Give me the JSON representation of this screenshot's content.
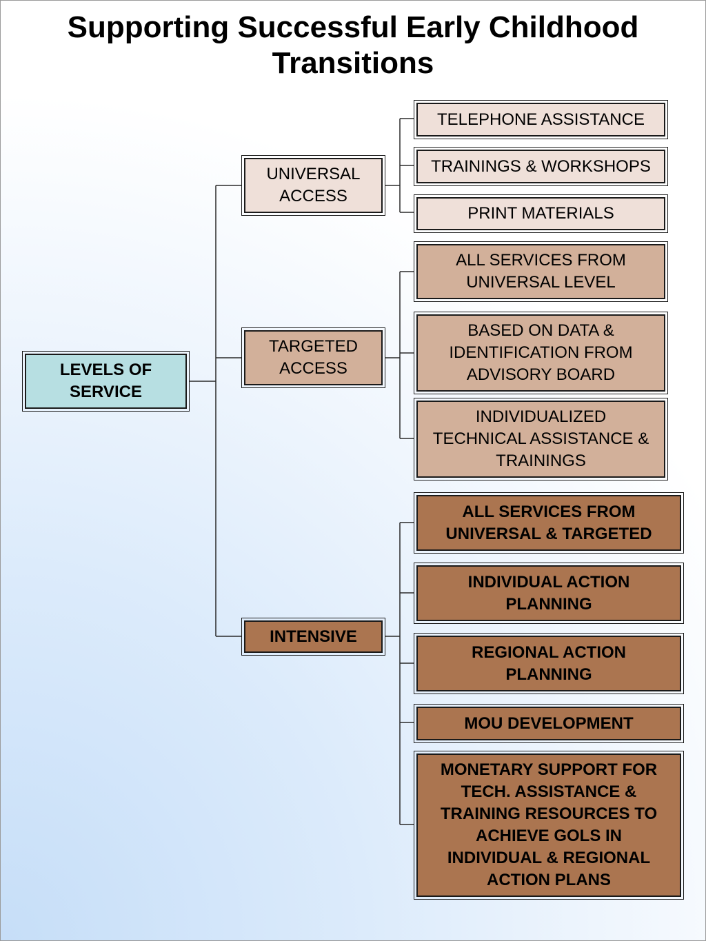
{
  "title": {
    "line1": "Supporting Successful Early Childhood",
    "line2": "Transitions"
  },
  "root": {
    "line1": "LEVELS OF",
    "line2": "SERVICE"
  },
  "universal": {
    "line1": "UNIVERSAL",
    "line2": "ACCESS",
    "items": [
      {
        "lines": [
          "TELEPHONE ASSISTANCE"
        ]
      },
      {
        "lines": [
          "TRAININGS & WORKSHOPS"
        ]
      },
      {
        "lines": [
          "PRINT MATERIALS"
        ]
      }
    ]
  },
  "targeted": {
    "line1": "TARGETED",
    "line2": "ACCESS",
    "items": [
      {
        "lines": [
          "ALL SERVICES FROM",
          "UNIVERSAL LEVEL"
        ]
      },
      {
        "lines": [
          "BASED ON DATA &",
          "IDENTIFICATION FROM",
          "ADVISORY BOARD"
        ]
      },
      {
        "lines": [
          "INDIVIDUALIZED",
          "TECHNICAL ASSISTANCE &",
          "TRAININGS"
        ]
      }
    ]
  },
  "intensive": {
    "label": "INTENSIVE",
    "items": [
      {
        "lines": [
          "ALL SERVICES FROM",
          "UNIVERSAL & TARGETED"
        ]
      },
      {
        "lines": [
          "INDIVIDUAL ACTION",
          "PLANNING"
        ]
      },
      {
        "lines": [
          "REGIONAL ACTION",
          "PLANNING"
        ]
      },
      {
        "lines": [
          "MOU DEVELOPMENT"
        ]
      },
      {
        "lines": [
          "MONETARY SUPPORT FOR",
          "TECH. ASSISTANCE &",
          "TRAINING RESOURCES TO",
          "ACHIEVE GOLS IN",
          "INDIVIDUAL & REGIONAL",
          "ACTION PLANS"
        ]
      }
    ]
  }
}
